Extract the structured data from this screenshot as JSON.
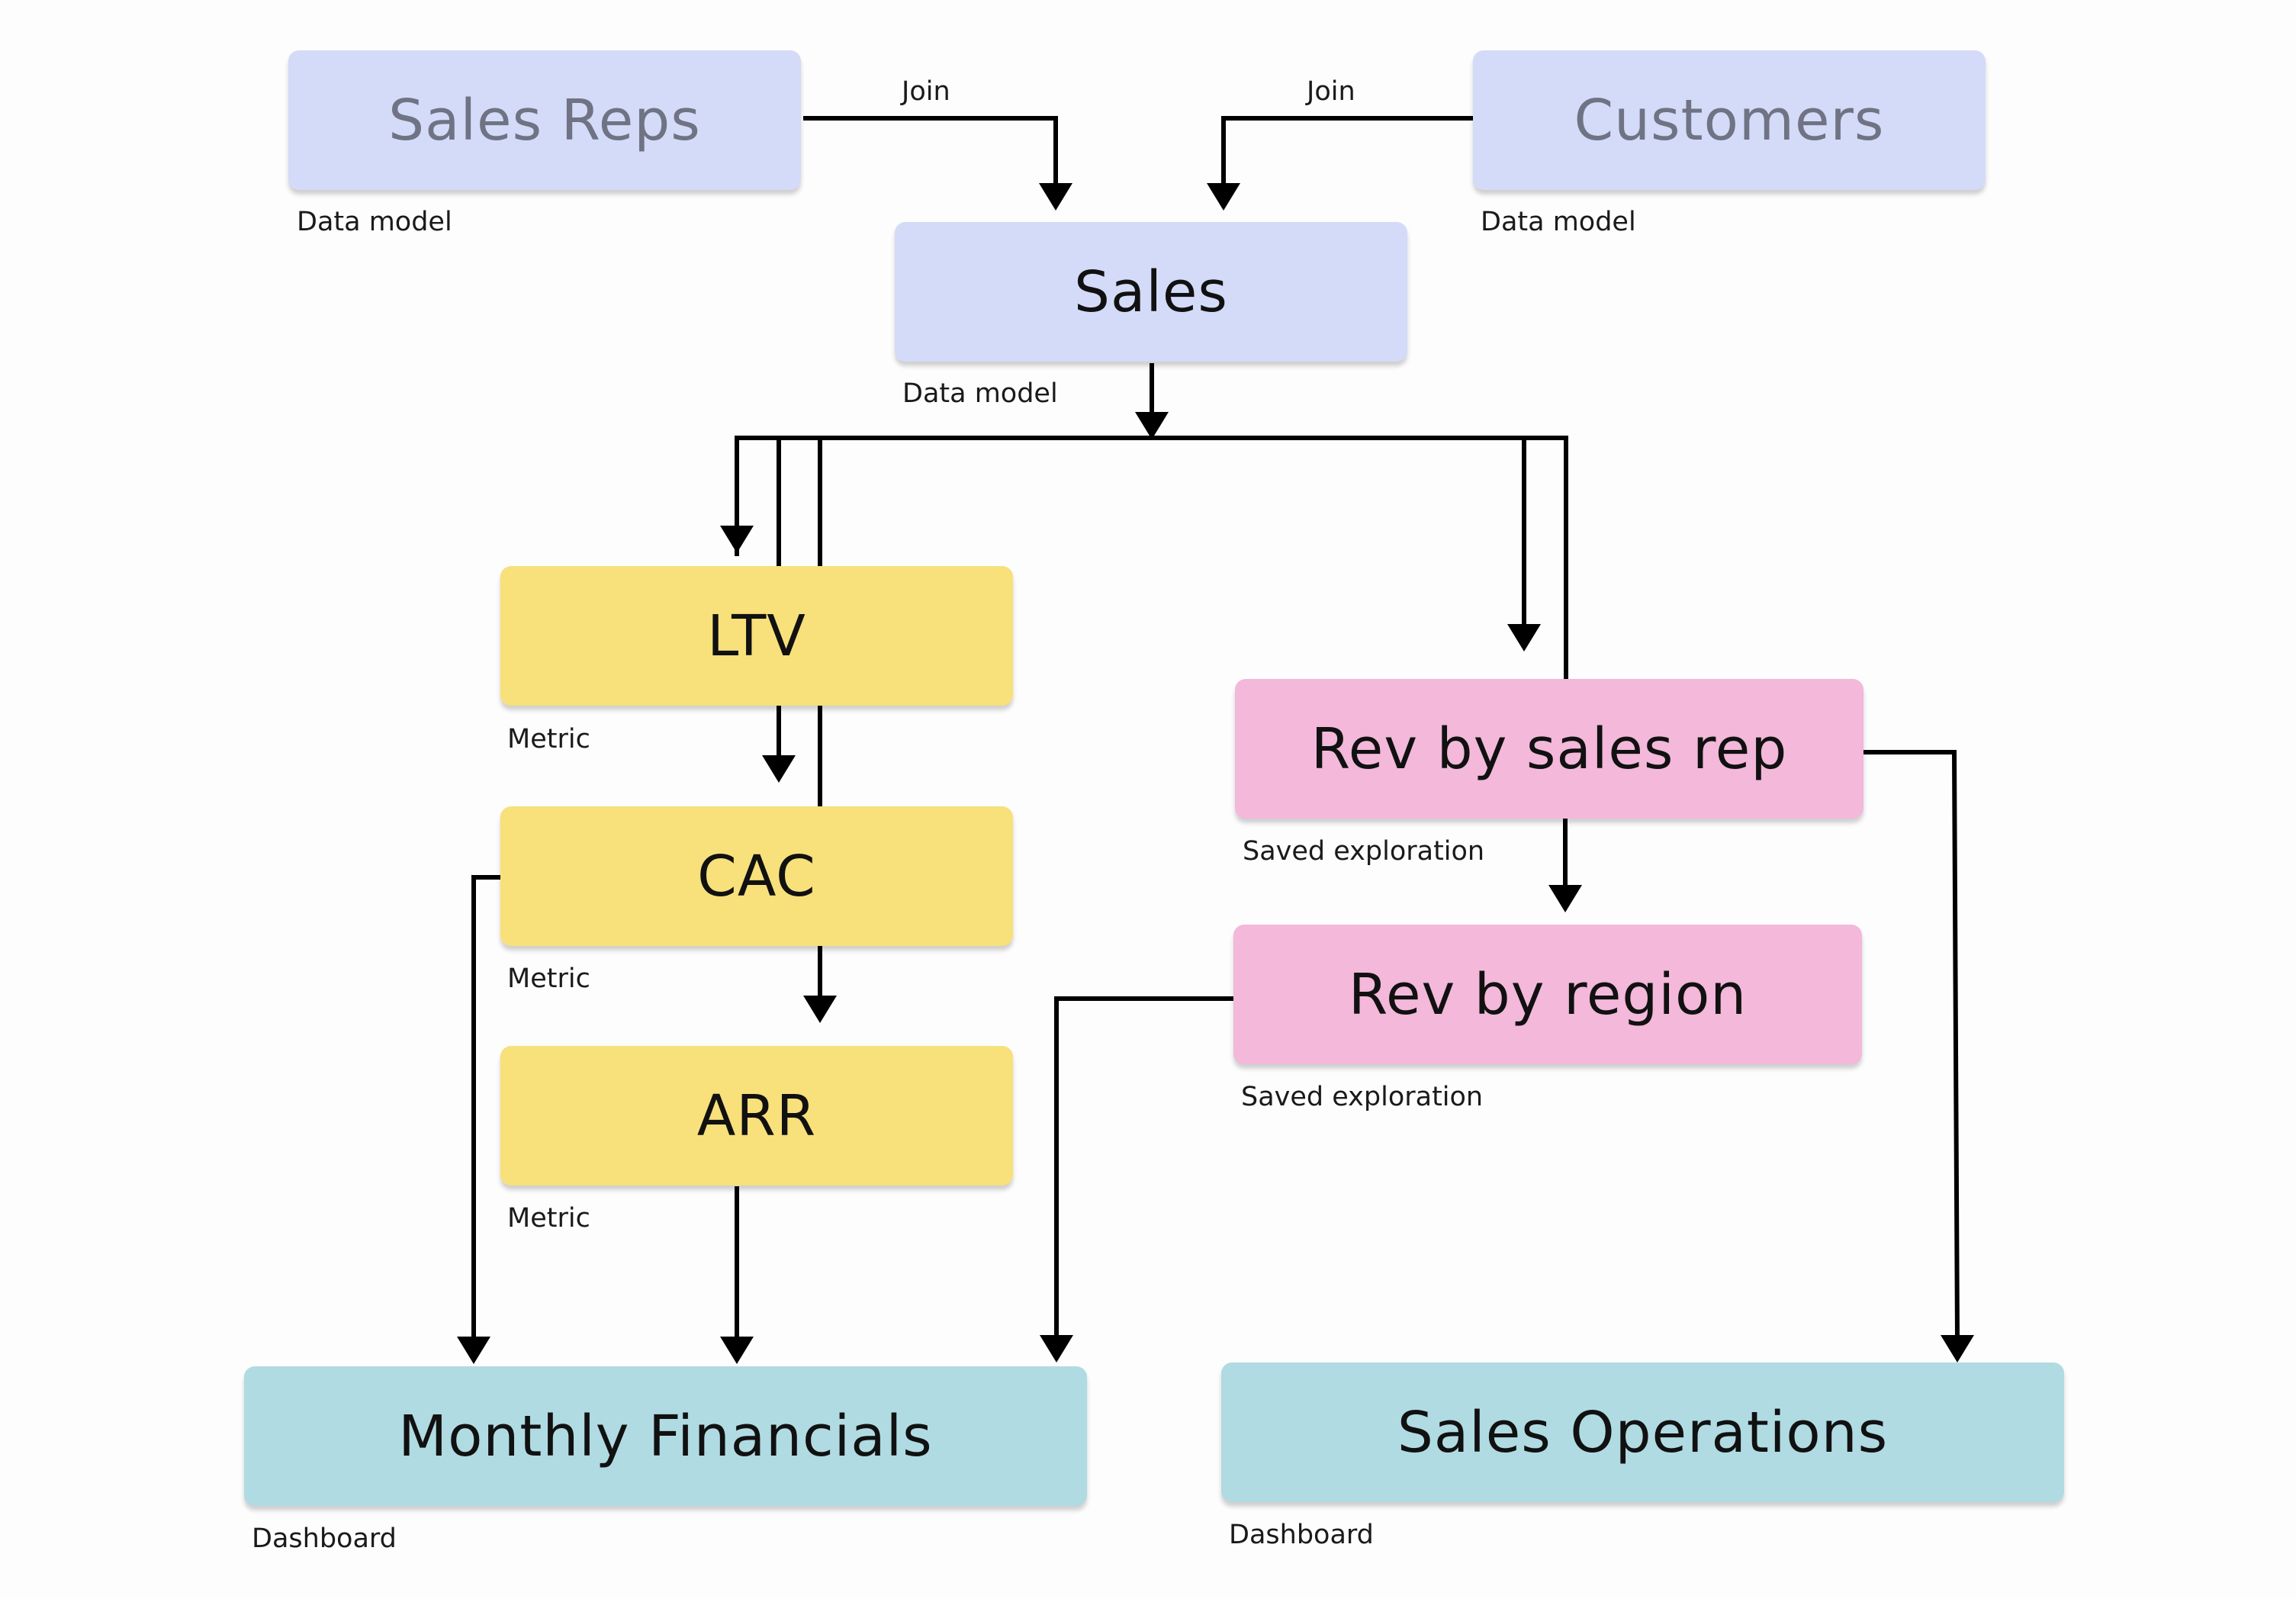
{
  "colors": {
    "data_model": "#d4dbf8",
    "metric": "#f8e07b",
    "saved_exploration": "#f3b8da",
    "dashboard": "#b0dbe2"
  },
  "nodes": {
    "sales_reps": {
      "label": "Sales Reps",
      "type": "Data model"
    },
    "customers": {
      "label": "Customers",
      "type": "Data model"
    },
    "sales": {
      "label": "Sales",
      "type": "Data model"
    },
    "ltv": {
      "label": "LTV",
      "type": "Metric"
    },
    "cac": {
      "label": "CAC",
      "type": "Metric"
    },
    "arr": {
      "label": "ARR",
      "type": "Metric"
    },
    "rev_by_sales_rep": {
      "label": "Rev by sales rep",
      "type": "Saved exploration"
    },
    "rev_by_region": {
      "label": "Rev by region",
      "type": "Saved exploration"
    },
    "monthly_financials": {
      "label": "Monthly Financials",
      "type": "Dashboard"
    },
    "sales_operations": {
      "label": "Sales Operations",
      "type": "Dashboard"
    }
  },
  "edges": {
    "join_left": "Join",
    "join_right": "Join"
  }
}
